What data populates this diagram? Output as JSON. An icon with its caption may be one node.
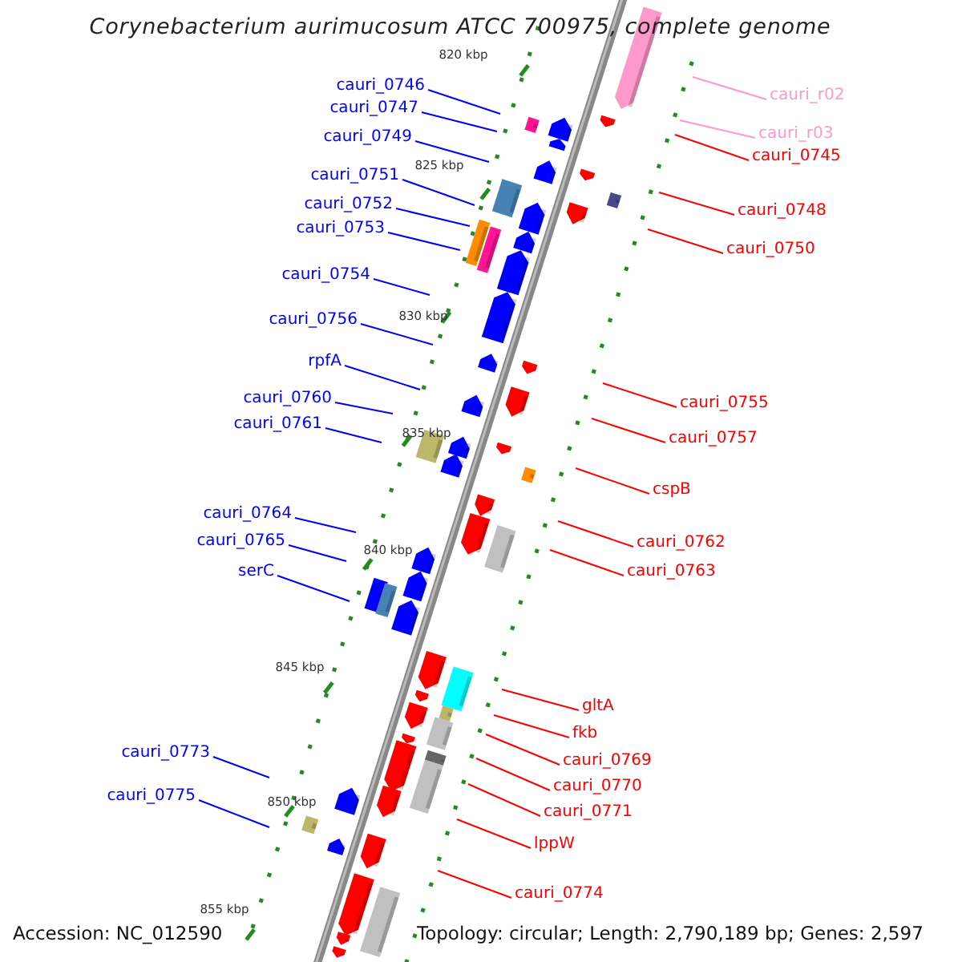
{
  "diagram": {
    "title": "Corynebacterium aurimucosum ATCC 700975, complete genome",
    "nodes": [
      {
        "text": [
          "cauri_0746"
        ]
      },
      {
        "text": [
          "cauri_0747"
        ]
      },
      {
        "text": [
          "cauri_0749"
        ]
      },
      {
        "text": [
          "cauri_0751"
        ]
      },
      {
        "text": [
          "cauri_0752"
        ]
      },
      {
        "text": [
          "cauri_0753"
        ]
      },
      {
        "text": [
          "cauri_0754"
        ]
      },
      {
        "text": [
          "cauri_0756"
        ]
      },
      {
        "text": [
          "rpfA"
        ]
      },
      {
        "text": [
          "cauri_0760"
        ]
      },
      {
        "text": [
          "cauri_0761"
        ]
      },
      {
        "text": [
          "cauri_0764"
        ]
      },
      {
        "text": [
          "cauri_0765"
        ]
      },
      {
        "text": [
          "serC"
        ]
      },
      {
        "text": [
          "cauri_0773"
        ]
      },
      {
        "text": [
          "cauri_0775"
        ]
      },
      {
        "text": [
          "cauri_r02"
        ]
      },
      {
        "text": [
          "cauri_r03"
        ]
      },
      {
        "text": [
          "cauri_0745"
        ]
      },
      {
        "text": [
          "cauri_0748"
        ]
      },
      {
        "text": [
          "cauri_0750"
        ]
      },
      {
        "text": [
          "cauri_0755"
        ]
      },
      {
        "text": [
          "cauri_0757"
        ]
      },
      {
        "text": [
          "cspB"
        ]
      },
      {
        "text": [
          "cauri_0762"
        ]
      },
      {
        "text": [
          "cauri_0763"
        ]
      },
      {
        "text": [
          "gltA"
        ]
      },
      {
        "text": [
          "fkb"
        ]
      },
      {
        "text": [
          "cauri_0769"
        ]
      },
      {
        "text": [
          "cauri_0770"
        ]
      },
      {
        "text": [
          "cauri_0771"
        ]
      },
      {
        "text": [
          "lppW"
        ]
      },
      {
        "text": [
          "cauri_0774"
        ]
      }
    ],
    "edges": [
      {
        "from": 0,
        "to": null,
        "arrow": "none"
      },
      {
        "from": 1,
        "to": null,
        "arrow": "none"
      },
      {
        "from": 2,
        "to": null,
        "arrow": "none"
      },
      {
        "from": 3,
        "to": null,
        "arrow": "none"
      },
      {
        "from": 4,
        "to": null,
        "arrow": "none"
      },
      {
        "from": 5,
        "to": null,
        "arrow": "none"
      },
      {
        "from": 6,
        "to": null,
        "arrow": "none"
      },
      {
        "from": 7,
        "to": null,
        "arrow": "none"
      },
      {
        "from": 8,
        "to": null,
        "arrow": "none"
      },
      {
        "from": 9,
        "to": null,
        "arrow": "none"
      },
      {
        "from": 10,
        "to": null,
        "arrow": "none"
      },
      {
        "from": 11,
        "to": null,
        "arrow": "none"
      },
      {
        "from": 12,
        "to": null,
        "arrow": "none"
      },
      {
        "from": 13,
        "to": null,
        "arrow": "none"
      },
      {
        "from": 14,
        "to": null,
        "arrow": "none"
      },
      {
        "from": 15,
        "to": null,
        "arrow": "none"
      },
      {
        "from": 16,
        "to": null,
        "arrow": "none",
        "color": "#ff99cc"
      },
      {
        "from": 17,
        "to": null,
        "arrow": "none",
        "color": "#ff99cc"
      },
      {
        "from": 18,
        "to": null,
        "arrow": "none",
        "color": "#ff0000"
      },
      {
        "from": 19,
        "to": null,
        "arrow": "none",
        "color": "#ff0000"
      },
      {
        "from": 20,
        "to": null,
        "arrow": "none",
        "color": "#ff0000"
      },
      {
        "from": 21,
        "to": null,
        "arrow": "none",
        "color": "#ff0000"
      },
      {
        "from": 22,
        "to": null,
        "arrow": "none",
        "color": "#ff0000"
      },
      {
        "from": 23,
        "to": null,
        "arrow": "none",
        "color": "#ff0000"
      },
      {
        "from": 24,
        "to": null,
        "arrow": "none",
        "color": "#ff0000"
      },
      {
        "from": 25,
        "to": null,
        "arrow": "none",
        "color": "#ff0000"
      },
      {
        "from": 26,
        "to": null,
        "arrow": "none",
        "color": "#ff0000"
      },
      {
        "from": 27,
        "to": null,
        "arrow": "none",
        "color": "#ff0000"
      },
      {
        "from": 28,
        "to": null,
        "arrow": "none",
        "color": "#ff0000"
      },
      {
        "from": 29,
        "to": null,
        "arrow": "none",
        "color": "#ff0000"
      },
      {
        "from": 30,
        "to": null,
        "arrow": "none",
        "color": "#ff0000"
      },
      {
        "from": 31,
        "to": null,
        "arrow": "none",
        "color": "#ff0000"
      },
      {
        "from": 32,
        "to": null,
        "arrow": "none",
        "color": "#ff0000"
      }
    ],
    "labels": [
      "820 kbp",
      "825 kbp",
      "830 kbp",
      "835 kbp",
      "840 kbp",
      "845 kbp",
      "850 kbp",
      "855 kbp",
      "Accession: NC_012590",
      "Topology: circular; Length: 2,790,189 bp; Genes: 2,597"
    ]
  }
}
